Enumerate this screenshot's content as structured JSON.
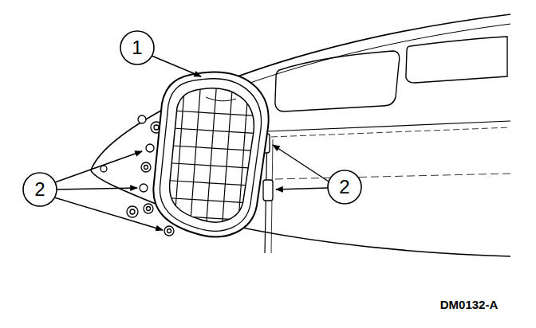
{
  "diagram": {
    "labels": [
      "1",
      "2",
      "2",
      "DM0132-A"
    ]
  }
}
